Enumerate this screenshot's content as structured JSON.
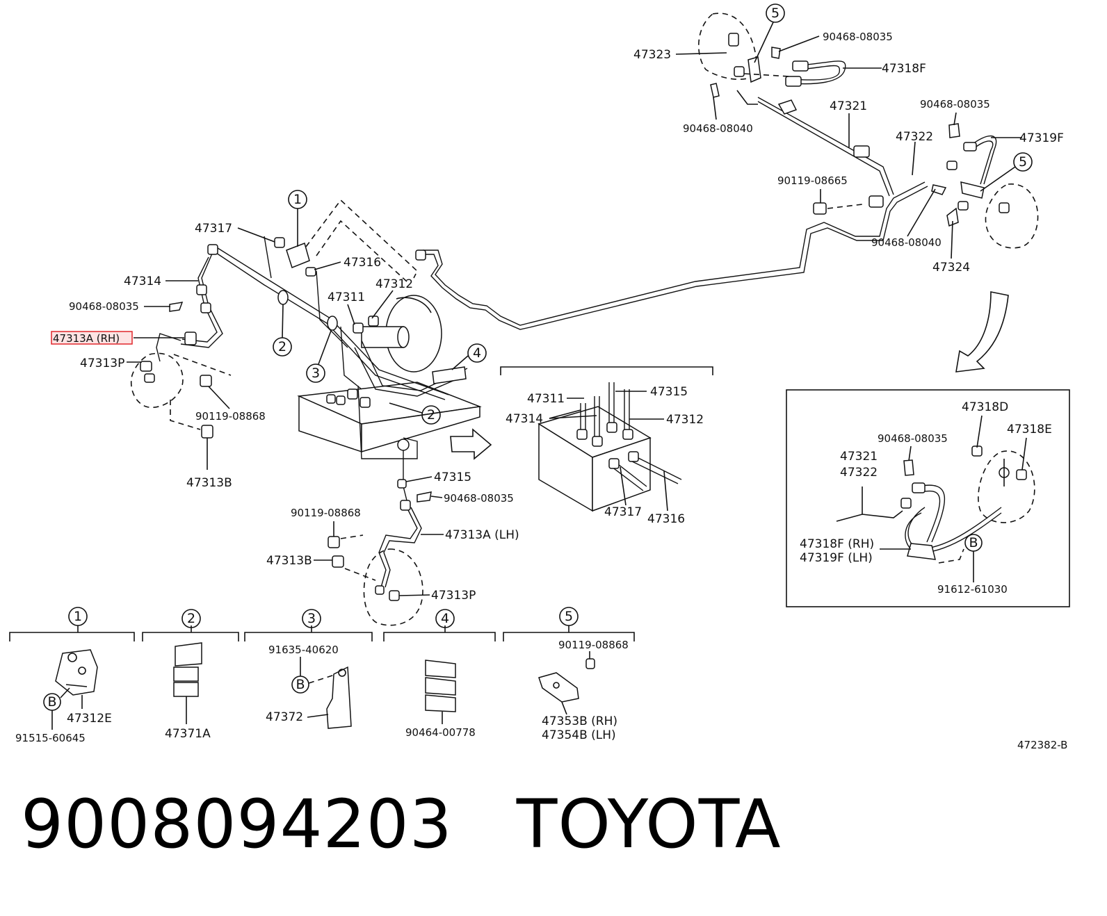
{
  "diagram": {
    "labels": {
      "l47323": "47323",
      "l90468_08035_a": "90468-08035",
      "l47318F": "47318F",
      "l47321_a": "47321",
      "l90468_08040_a": "90468-08040",
      "l90468_08035_b": "90468-08035",
      "l47319F": "47319F",
      "l47322_a": "47322",
      "l90119_08665": "90119-08665",
      "l90468_08040_b": "90468-08040",
      "l47324": "47324",
      "l47317_a": "47317",
      "l47316_a": "47316",
      "l47314_a": "47314",
      "l47311_a": "47311",
      "l47312_a": "47312",
      "l90468_08035_c": "90468-08035",
      "l47313A_RH": "47313A (RH)",
      "l47313P_a": "47313P",
      "l90119_08868_a": "90119-08868",
      "l47313B_a": "47313B",
      "l47315_a": "47315",
      "l90468_08035_d": "90468-08035",
      "l90119_08868_b": "90119-08868",
      "l47313A_LH": "47313A (LH)",
      "l47313B_b": "47313B",
      "l47313P_b": "47313P",
      "l47311_b": "47311",
      "l47315_b": "47315",
      "l47314_b": "47314",
      "l47312_b": "47312",
      "l47317_b": "47317",
      "l47316_b": "47316",
      "l47318D": "47318D",
      "l90468_08035_e": "90468-08035",
      "l47318E": "47318E",
      "l47321_b": "47321",
      "l47322_b": "47322",
      "l47318F_RH": "47318F (RH)",
      "l47319F_LH": "47319F (LH)",
      "l91612_61030": "91612-61030",
      "l91515_60645": "91515-60645",
      "l47312E": "47312E",
      "l47371A": "47371A",
      "l91635_40620": "91635-40620",
      "l47372": "47372",
      "l90464_00778": "90464-00778",
      "l90119_08868_c": "90119-08868",
      "l47353B_RH": "47353B (RH)",
      "l47354B_LH": "47354B (LH)",
      "l472382_B": "472382-B"
    },
    "callouts": {
      "c1": "1",
      "c2": "2",
      "c3": "3",
      "c4": "4",
      "c5": "5",
      "cB": "B"
    },
    "highlight_color": "#e0262b"
  },
  "footer": {
    "part_number": "9008094203",
    "brand": "TOYOTA"
  }
}
